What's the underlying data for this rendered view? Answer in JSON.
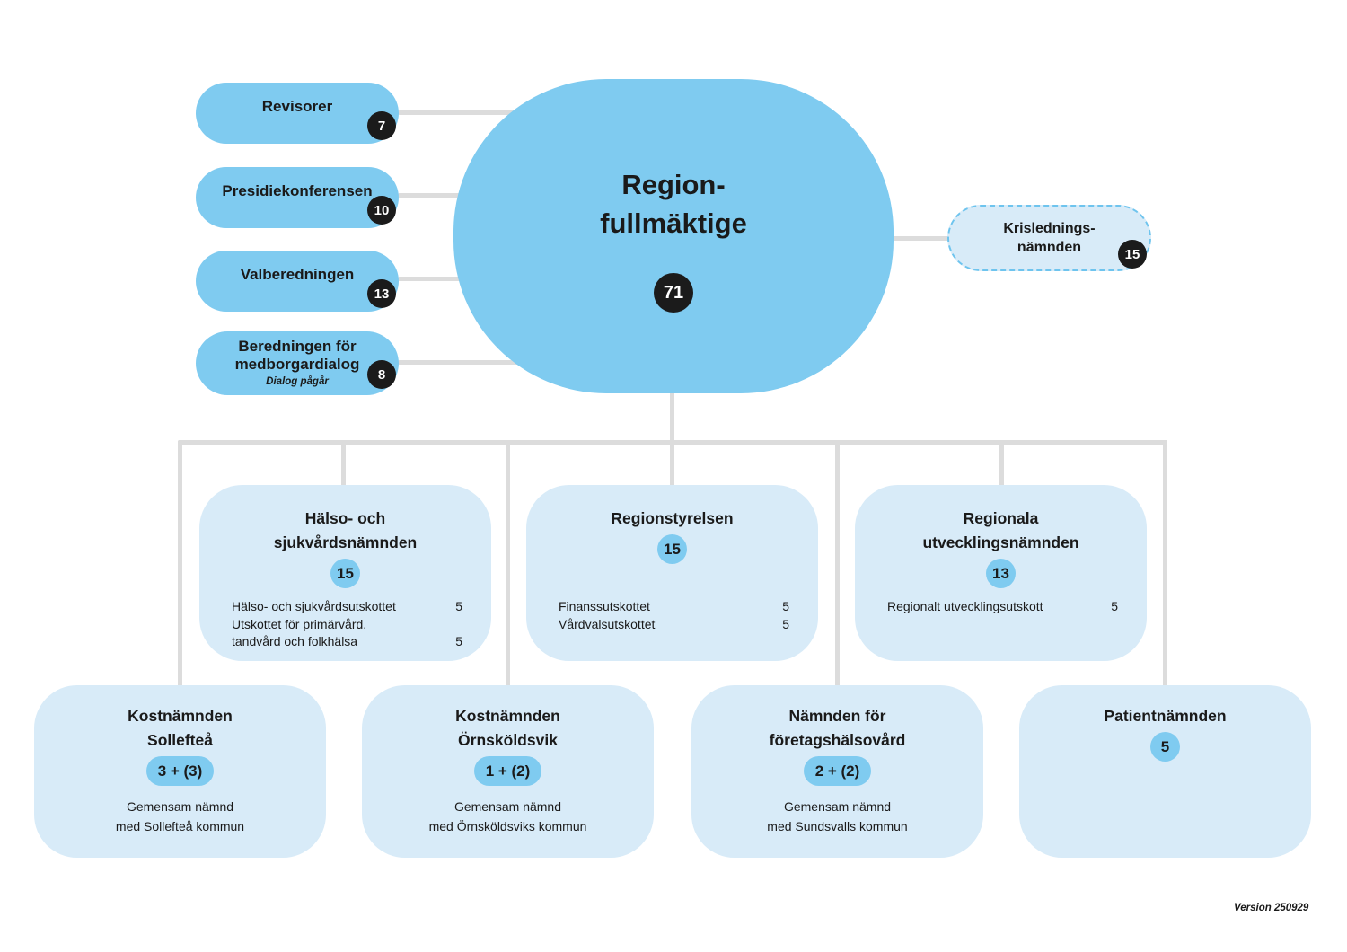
{
  "version_label": "Version 250929",
  "colors": {
    "primary_blue": "#7fcbf0",
    "light_blue": "#d8ebf8",
    "badge_black": "#1b1b1b",
    "connector_gray": "#dcdcdc",
    "dashed_border_blue": "#6ec4ee",
    "text": "#1a1a1a"
  },
  "root": {
    "title_line1": "Region-",
    "title_line2": "fullmäktige",
    "count": "71"
  },
  "left_pills": [
    {
      "label": "Revisorer",
      "count": "7"
    },
    {
      "label": "Presidiekonferensen",
      "count": "10"
    },
    {
      "label": "Valberedningen",
      "count": "13"
    },
    {
      "label_line1": "Beredningen för",
      "label_line2": "medborgardialog",
      "note": "Dialog pågår",
      "count": "8"
    }
  ],
  "crisis_box": {
    "title_line1": "Krislednings-",
    "title_line2": "nämnden",
    "count": "15"
  },
  "middle_boxes": [
    {
      "title_line1": "Hälso- och",
      "title_line2": "sjukvårdsnämnden",
      "count": "15",
      "rows": [
        {
          "label": "Hälso- och sjukvårdsutskottet",
          "value": "5"
        },
        {
          "label": "Utskottet för primärvård,",
          "value": ""
        },
        {
          "label": "tandvård och folkhälsa",
          "value": "5"
        }
      ]
    },
    {
      "title_line1": "Regionstyrelsen",
      "count": "15",
      "rows": [
        {
          "label": "Finanssutskottet",
          "value": "5"
        },
        {
          "label": "Vårdvalsutskottet",
          "value": "5"
        }
      ]
    },
    {
      "title_line1": "Regionala",
      "title_line2": "utvecklingsnämnden",
      "count": "13",
      "rows": [
        {
          "label": "Regionalt utvecklingsutskott",
          "value": "5"
        }
      ]
    }
  ],
  "bottom_boxes": [
    {
      "title_line1": "Kostnämnden",
      "title_line2": "Sollefteå",
      "count": "3 + (3)",
      "note_line1": "Gemensam nämnd",
      "note_line2": "med Sollefteå kommun"
    },
    {
      "title_line1": "Kostnämnden",
      "title_line2": "Örnsköldsvik",
      "count": "1 + (2)",
      "note_line1": "Gemensam nämnd",
      "note_line2": "med Örnsköldsviks kommun"
    },
    {
      "title_line1": "Nämnden för",
      "title_line2": "företagshälsovård",
      "count": "2 + (2)",
      "note_line1": "Gemensam nämnd",
      "note_line2": "med Sundsvalls kommun"
    },
    {
      "title_line1": "Patientnämnden",
      "count": "5"
    }
  ]
}
